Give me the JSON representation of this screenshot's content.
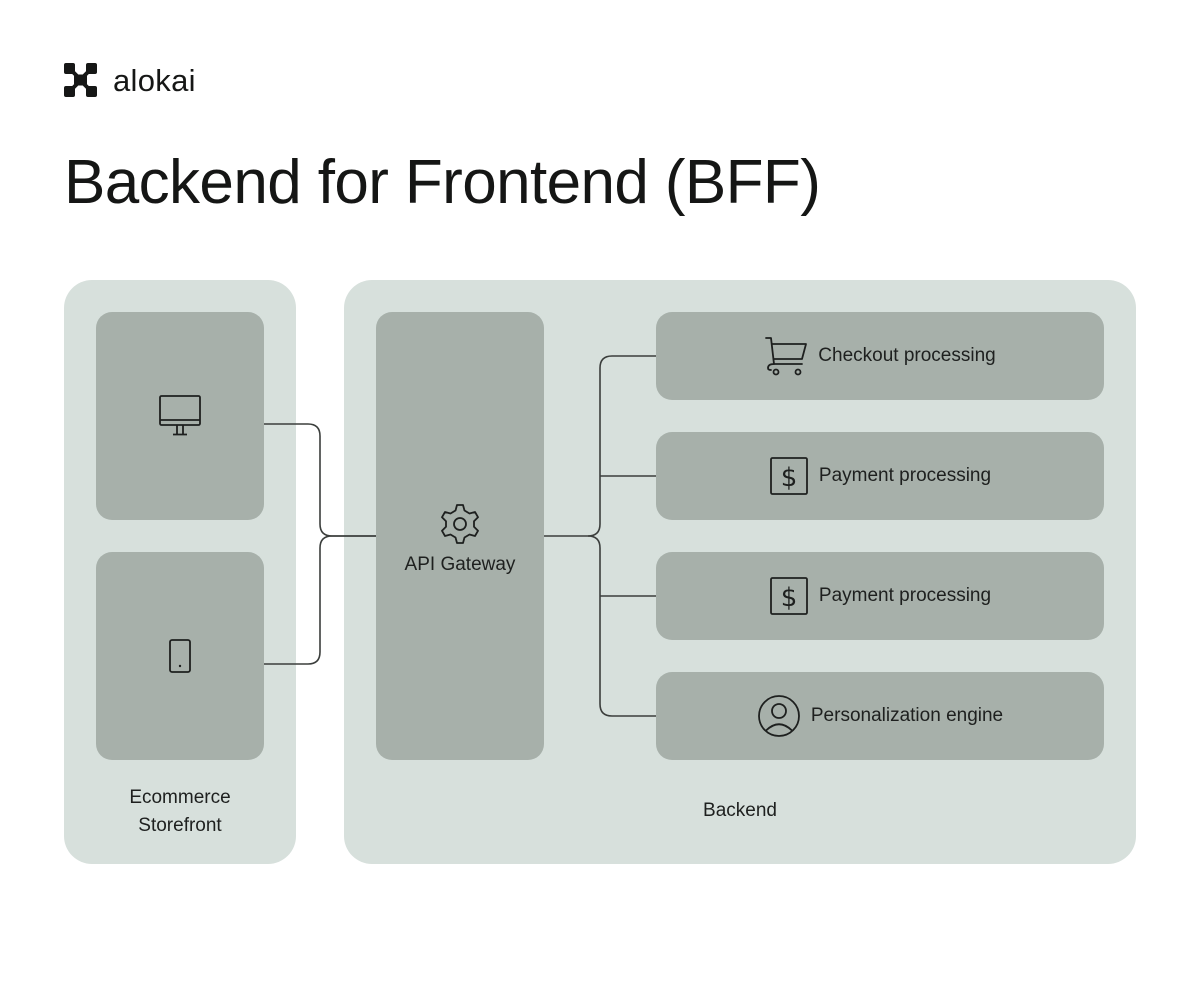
{
  "brand": {
    "name": "alokai",
    "logo_icon": "alokai-logo-icon"
  },
  "title": "Backend for Frontend (BFF)",
  "storefront": {
    "label_line1": "Ecommerce",
    "label_line2": "Storefront",
    "devices": [
      {
        "name": "desktop",
        "icon": "desktop-monitor-icon"
      },
      {
        "name": "mobile",
        "icon": "mobile-phone-icon"
      }
    ]
  },
  "backend": {
    "label": "Backend",
    "gateway": {
      "label": "API Gateway",
      "icon": "gear-icon"
    },
    "services": [
      {
        "label": "Checkout processing",
        "icon": "shopping-cart-icon"
      },
      {
        "label": "Payment processing",
        "icon": "dollar-icon"
      },
      {
        "label": "Payment processing",
        "icon": "dollar-icon"
      },
      {
        "label": "Personalization engine",
        "icon": "user-circle-icon"
      }
    ]
  },
  "colors": {
    "panel": "#d7e0dc",
    "box": "#a7b0aa",
    "line": "#3b3e3c",
    "text": "#1e201f"
  }
}
